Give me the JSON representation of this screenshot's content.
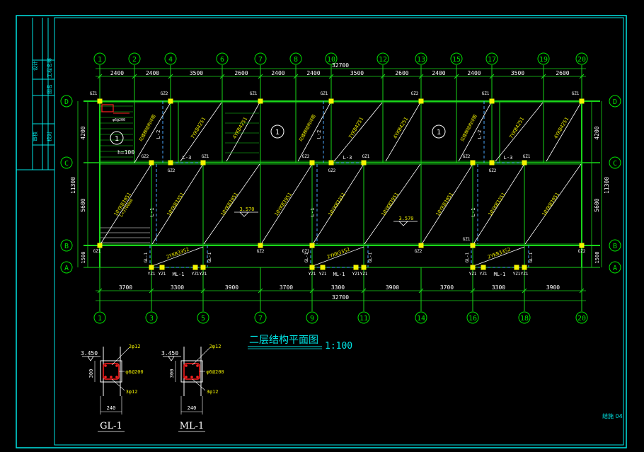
{
  "colors": {
    "background": "#000000",
    "frame": "#00e5e5",
    "grid": "#19d619",
    "axis_bubble": "#00e000",
    "text_white": "#ffffff",
    "text_yellow": "#e8e800",
    "text_cyan": "#00e5e5",
    "beam_dash": "#4aa8ff",
    "column": "#f4f400",
    "rebar_red": "#ff2020"
  },
  "title_block": {
    "left_cells": [
      "设计",
      "工程名称",
      "图名",
      "审核",
      "校对"
    ]
  },
  "top_axes": [
    "1",
    "2",
    "4",
    "6",
    "7",
    "8",
    "10",
    "12",
    "13",
    "15",
    "17",
    "19",
    "20"
  ],
  "bottom_axes": [
    "1",
    "3",
    "5",
    "7",
    "9",
    "11",
    "14",
    "16",
    "18",
    "20"
  ],
  "top_total": "32700",
  "top_dims": [
    "2400",
    "2400",
    "3500",
    "2600",
    "2400",
    "2400",
    "3500",
    "2600",
    "2400",
    "2400",
    "3500",
    "2600"
  ],
  "bottom_total": "32700",
  "bottom_dims": [
    "3700",
    "3300",
    "3900",
    "3700",
    "3300",
    "3900",
    "3700",
    "3300",
    "3900"
  ],
  "row_axes": [
    "D",
    "C",
    "B",
    "A"
  ],
  "left_dims": [
    "4200",
    "5600",
    "1500"
  ],
  "left_total": "11300",
  "right_dims": [
    "4200",
    "5600",
    "1500"
  ],
  "right_total": "11300",
  "column_labels": {
    "gz1": "GZ1",
    "gz2": "GZ2",
    "yz1": "YZ1"
  },
  "beam_labels": {
    "l1": "L-1",
    "l2": "L-2",
    "l3": "L-3",
    "gl1": "GL-1",
    "ml1": "ML-1"
  },
  "slab_labels": {
    "top_a": "7YKB4251",
    "top_b": "4YKB4251",
    "stair": "见楼梯结构详图",
    "mid_a": "10YKB3951",
    "mid_b": "10YKB3351",
    "mid_c": "10YKB3951",
    "bot": "2YKB3352",
    "circle": "1",
    "elev": "3.570"
  },
  "detail_small": {
    "rebar1": "2φ12",
    "rebar2": "φ6@200",
    "h": "h=100",
    "l": "L=3700mm"
  },
  "plan_title": "二层结构平面图",
  "plan_scale": "1:100",
  "sections": [
    {
      "name": "GL-1",
      "elev": "3.450",
      "top": "2φ12",
      "stirrup": "φ6@200",
      "bottom": "3φ12",
      "h": "300",
      "w": "240"
    },
    {
      "name": "ML-1",
      "elev": "3.450",
      "top": "2φ12",
      "stirrup": "φ6@200",
      "bottom": "3φ12",
      "h": "300",
      "w": "240"
    }
  ],
  "sheet_no": "结施 04"
}
